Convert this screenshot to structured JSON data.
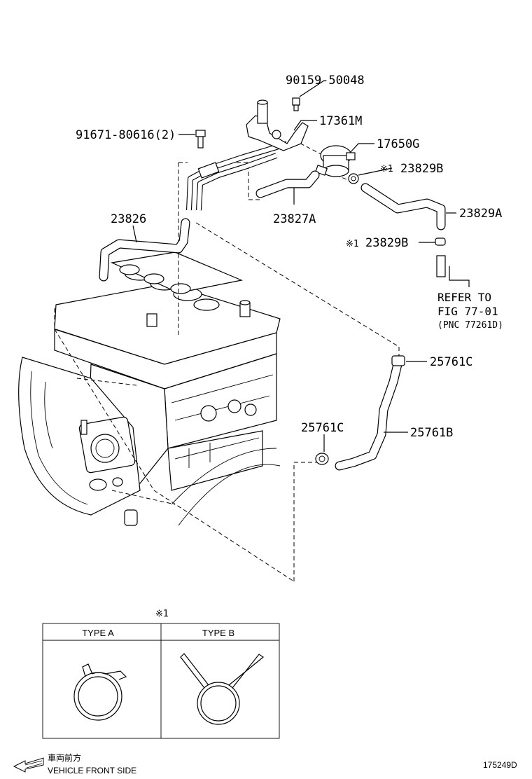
{
  "labels": {
    "bolt_90159": "90159-50048",
    "bracket_17361m": "17361M",
    "bolt_91671": "91671-80616(2)",
    "valve_17650g": "17650G",
    "clip_23829b_upper": "23829B",
    "clip_23829b_lower": "23829B",
    "hose_23827a": "23827A",
    "hose_23829a": "23829A",
    "pipe_23826": "23826",
    "clamp_25761c_upper": "25761C",
    "clamp_25761c_lower": "25761C",
    "hose_25761b": "25761B"
  },
  "note_mark": "※1",
  "refer": {
    "line1": "REFER TO",
    "line2": "FIG 77-01",
    "line3": "(PNC 77261D)"
  },
  "clip_table": {
    "mark": "※1",
    "type_a": "TYPE A",
    "type_b": "TYPE B"
  },
  "footer": {
    "direction_jp": "車両前方",
    "direction_en": "VEHICLE FRONT SIDE",
    "figure_code": "175249D"
  }
}
